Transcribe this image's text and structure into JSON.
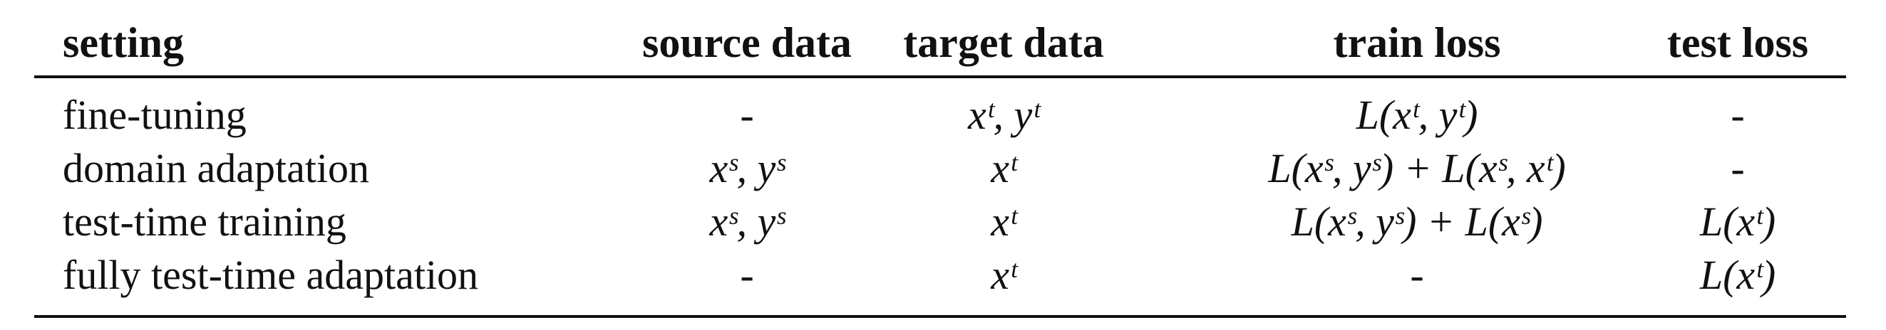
{
  "table": {
    "headers": {
      "setting": "setting",
      "source_data": "source data",
      "target_data": "target data",
      "train_loss": "train loss",
      "test_loss": "test loss"
    },
    "rows": [
      {
        "setting": "fine-tuning",
        "source_data": "-",
        "target_data": "xᵗ, yᵗ",
        "train_loss": "L(xᵗ, yᵗ)",
        "test_loss": "-"
      },
      {
        "setting": "domain adaptation",
        "source_data": "xˢ, yˢ",
        "target_data": "xᵗ",
        "train_loss": "L(xˢ, yˢ) + L(xˢ, xᵗ)",
        "test_loss": "-"
      },
      {
        "setting": "test-time training",
        "source_data": "xˢ, yˢ",
        "target_data": "xᵗ",
        "train_loss": "L(xˢ, yˢ) + L(xˢ)",
        "test_loss": "L(xᵗ)"
      },
      {
        "setting": "fully test-time adaptation",
        "source_data": "-",
        "target_data": "xᵗ",
        "train_loss": "-",
        "test_loss": "L(xᵗ)"
      }
    ]
  }
}
